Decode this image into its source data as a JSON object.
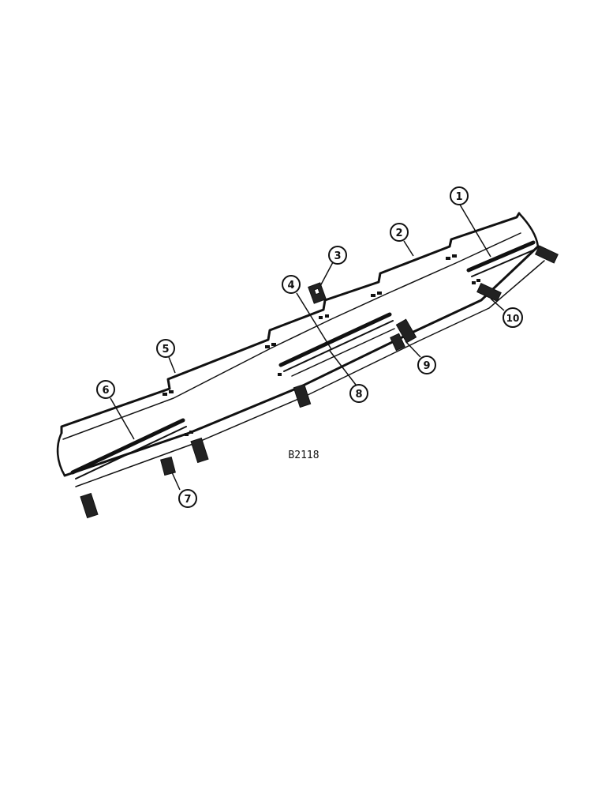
{
  "figure": {
    "code": "B2118"
  },
  "callouts": [
    {
      "number": "1"
    },
    {
      "number": "2"
    },
    {
      "number": "3"
    },
    {
      "number": "4"
    },
    {
      "number": "5"
    },
    {
      "number": "6"
    },
    {
      "number": "7"
    },
    {
      "number": "8"
    },
    {
      "number": "9"
    },
    {
      "number": "10"
    }
  ],
  "colors": {
    "ink": "#111111",
    "paper": "#ffffff"
  }
}
